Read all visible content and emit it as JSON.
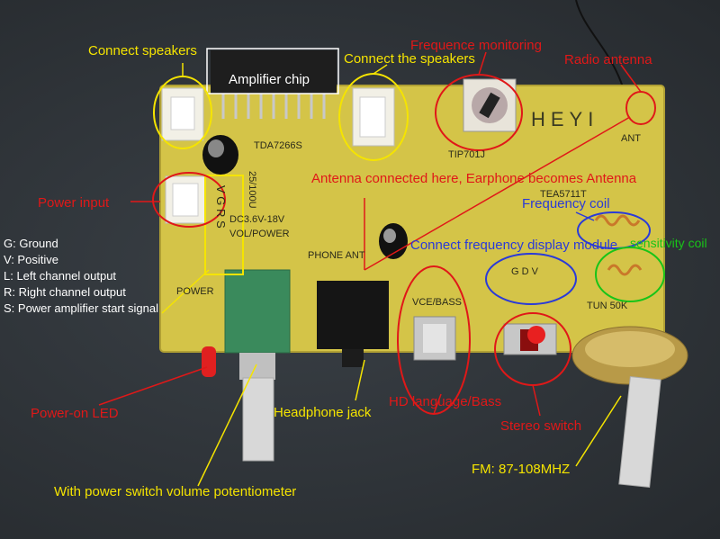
{
  "labels": {
    "connect_speakers_left": "Connect speakers",
    "amplifier_chip": "Amplifier chip",
    "connect_speakers_right": "Connect the speakers",
    "frequency_monitoring": "Frequence monitoring",
    "radio_antenna": "Radio antenna",
    "antenna_note": "Antenna connected here, Earphone becomes Antenna",
    "power_input": "Power input",
    "frequency_coil": "Frequency coil",
    "frequency_display": "Connect frequency display module",
    "sensitivity_coil": "sensitivity coil",
    "power_led": "Power-on LED",
    "headphone_jack": "Headphone jack",
    "hd_bass": "HD language/Bass",
    "stereo_switch": "Stereo switch",
    "fm_range": "FM: 87-108MHZ",
    "volume_pot": "With power switch volume potentiometer"
  },
  "legend": [
    "G: Ground",
    "V: Positive",
    "L: Left channel output",
    "R: Right channel output",
    "S: Power amplifier start signal"
  ],
  "silkscreen": {
    "chip_part": "TDA7266S",
    "brand": "HEYI",
    "ant": "ANT",
    "tip": "TIP701J",
    "tea": "TEA5711T",
    "cap_spec": "25/100U",
    "dc_range": "DC3.6V-18V",
    "vol_power": "VOL/POWER",
    "phone_ant": "PHONE\nANT",
    "power": "POWER",
    "vce_bass": "VCE/BASS",
    "gdv": "G D V",
    "tun": "TUN 50K",
    "vgrs": "V G R S"
  },
  "colors": {
    "pcb": "#d4c448",
    "annotation_yellow": "#f5e400",
    "annotation_red": "#e01818",
    "annotation_blue": "#2a3ad8",
    "annotation_green": "#18c418"
  }
}
